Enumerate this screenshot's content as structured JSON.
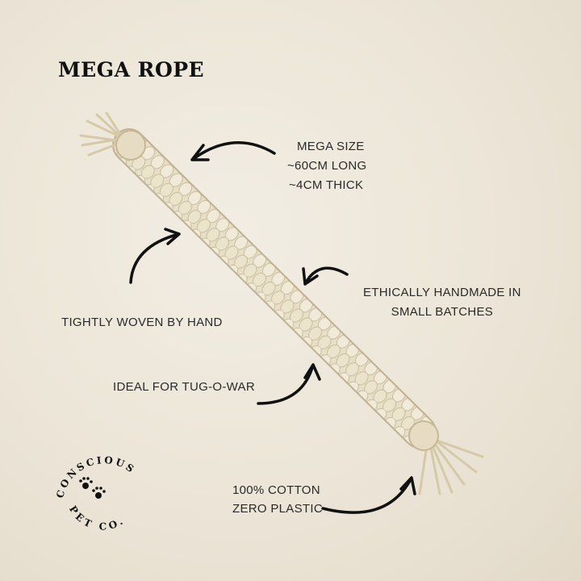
{
  "title": "MEGA ROPE",
  "callouts": {
    "size": [
      "MEGA SIZE",
      "~60CM LONG",
      "~4CM THICK"
    ],
    "woven": "TIGHTLY WOVEN BY HAND",
    "handmade": [
      "ETHICALLY HANDMADE IN",
      "SMALL BATCHES"
    ],
    "tug": "IDEAL FOR TUG-O-WAR",
    "material": [
      "100% COTTON",
      "ZERO PLASTIC"
    ]
  },
  "logo": {
    "top": "CONSCIOUS",
    "bottom": "PET CO."
  },
  "colors": {
    "background": "#ede6d9",
    "rope": "#e6dcc4",
    "text": "#2a2a2a"
  }
}
